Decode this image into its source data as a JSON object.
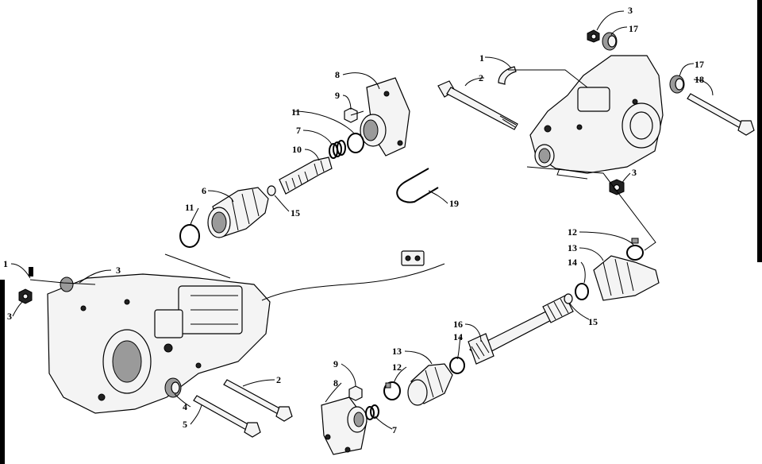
{
  "callouts": {
    "c1a": "1",
    "c2a": "2",
    "c3a": "3",
    "c17a": "17",
    "c17b": "17",
    "c18": "18",
    "c3b": "3",
    "c8a": "8",
    "c9a": "9",
    "c11a": "11",
    "c7a": "7",
    "c10": "10",
    "c6": "6",
    "c11b": "11",
    "c15a": "15",
    "c19": "19",
    "c12a": "12",
    "c13a": "13",
    "c14a": "14",
    "c15b": "15",
    "c16": "16",
    "c13b": "13",
    "c14b": "14",
    "c12b": "12",
    "c9b": "9",
    "c8b": "8",
    "c7b": "7",
    "c1b": "1",
    "c3c": "3",
    "c3d": "3",
    "c2b": "2",
    "c4": "4",
    "c5": "5"
  },
  "colors": {
    "ink": "#000000",
    "paper": "#ffffff",
    "shade": "#9a9a9a"
  }
}
